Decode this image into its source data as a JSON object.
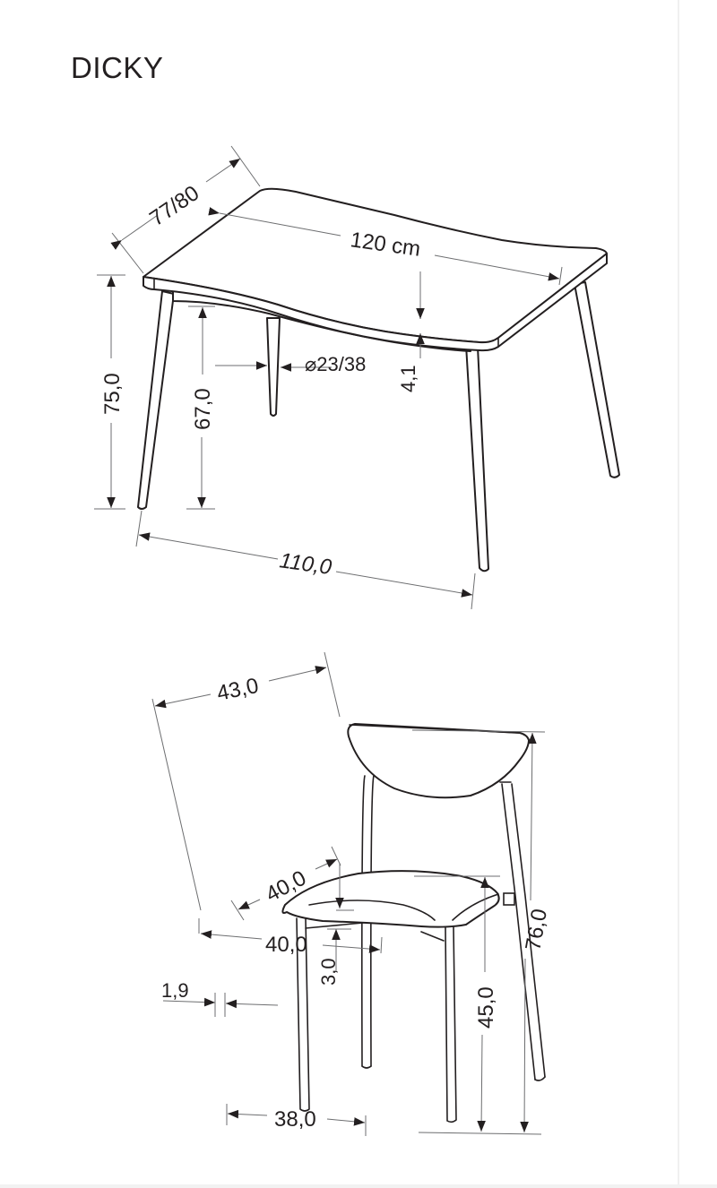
{
  "title": "DICKY",
  "table": {
    "depth_label": "77/80",
    "length_label": "120 cm",
    "top_thickness_label": "4,1",
    "leg_diameter_label": "⌀23/38",
    "height_label": "75,0",
    "clearance_label": "67,0",
    "leg_span_label": "110,0"
  },
  "chair": {
    "width_label": "43,0",
    "seat_depth_label": "40,0",
    "seat_width_label": "40,0",
    "seat_thickness_label": "3,0",
    "leg_diameter_label": "1,9",
    "leg_span_label": "38,0",
    "seat_height_label": "45,0",
    "total_height_label": "76,0"
  },
  "colors": {
    "line": "#231f20",
    "dimension_line": "#6d6e70",
    "background": "#ffffff"
  }
}
